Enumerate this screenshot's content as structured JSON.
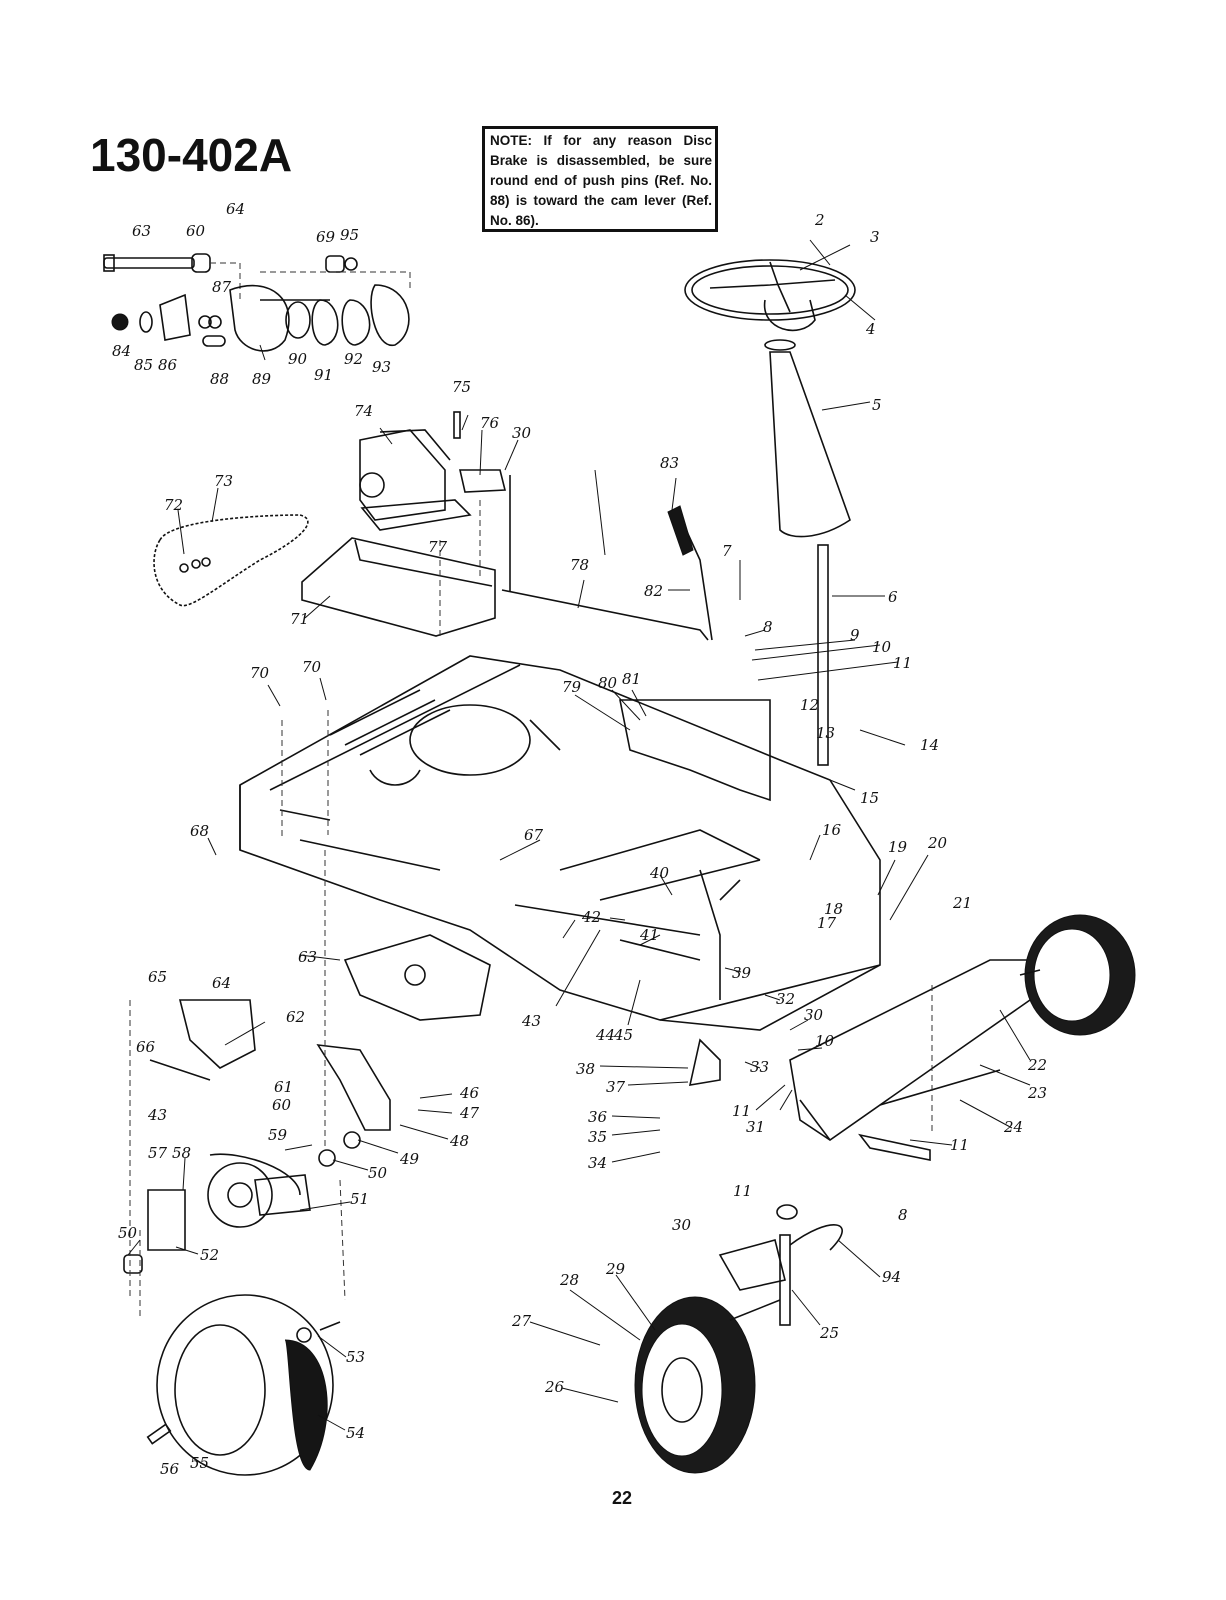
{
  "page": {
    "model_number": "130-402A",
    "page_number": "22"
  },
  "note": {
    "text": "NOTE: If for any reason Disc Brake is disassembled, be sure round end of push pins (Ref. No. 88) is toward the cam lever (Ref. No. 86)."
  },
  "callouts": {
    "r2": "2",
    "r3": "3",
    "r4": "4",
    "r5": "5",
    "r6": "6",
    "r7": "7",
    "r8a": "8",
    "r9": "9",
    "r10a": "10",
    "r11a": "11",
    "r12": "12",
    "r13": "13",
    "r14": "14",
    "r15": "15",
    "r16": "16",
    "r17": "17",
    "r18": "18",
    "r19": "19",
    "r20": "20",
    "r21": "21",
    "r22": "22",
    "r23": "23",
    "r24": "24",
    "r11b": "11",
    "r8b": "8",
    "r11c": "11",
    "r30a": "30",
    "r94": "94",
    "r25": "25",
    "r28": "28",
    "r29": "29",
    "r27": "27",
    "r26": "26",
    "r30b": "30",
    "r10b": "10",
    "r33": "33",
    "r11d": "11",
    "r31": "31",
    "r32": "32",
    "r38": "38",
    "r37": "37",
    "r36": "36",
    "r35": "35",
    "r34": "34",
    "r39": "39",
    "r40": "40",
    "r41": "41",
    "r42": "42",
    "r43a": "43",
    "r44": "44",
    "r45": "45",
    "r67": "67",
    "r63": "63",
    "r65": "65",
    "r64": "64",
    "r62": "62",
    "r66": "66",
    "r43b": "43",
    "r68": "68",
    "r61": "61",
    "r60": "60",
    "r59": "59",
    "r46": "46",
    "r47": "47",
    "r48": "48",
    "r49": "49",
    "r50a": "50",
    "r51": "51",
    "r57": "57",
    "r58": "58",
    "r50b": "50",
    "r52": "52",
    "r53": "53",
    "r54": "54",
    "r56": "56",
    "r55": "55",
    "r70a": "70",
    "r70b": "70",
    "r71": "71",
    "r72": "72",
    "r73": "73",
    "r74": "74",
    "r75": "75",
    "r76": "76",
    "r30c": "30",
    "r77": "77",
    "r78": "78",
    "r79": "79",
    "r80": "80",
    "r81": "81",
    "r82": "82",
    "r83": "83",
    "r84": "84",
    "r85": "85",
    "r86": "86",
    "r88": "88",
    "r89": "89",
    "r90": "90",
    "r91": "91",
    "r92": "92",
    "r93": "93",
    "r69": "69",
    "r95": "95",
    "r87": "87",
    "r63b": "63",
    "r60b": "60",
    "r64b": "64"
  }
}
